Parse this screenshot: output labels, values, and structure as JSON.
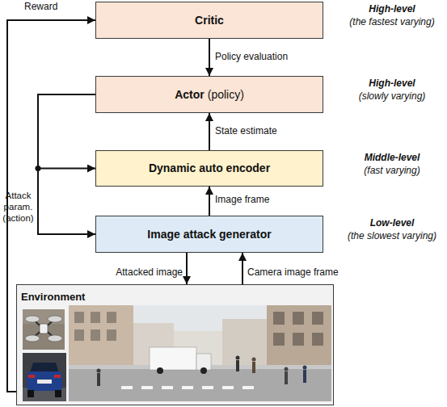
{
  "diagram": {
    "nodes": [
      {
        "text": [
          "Critic"
        ]
      },
      {
        "text": [
          "Actor",
          "(policy)"
        ]
      },
      {
        "text": [
          "Dynamic auto encoder"
        ]
      },
      {
        "text": [
          "Image attack generator"
        ]
      },
      {
        "text": [
          "Environment"
        ]
      }
    ],
    "edges": [
      {
        "from": 4,
        "to": 0,
        "arrow": "to",
        "label": "Reward"
      },
      {
        "from": 0,
        "to": 1,
        "arrow": "to",
        "label": "Policy evaluation"
      },
      {
        "from": 2,
        "to": 1,
        "arrow": "to",
        "label": "State estimate"
      },
      {
        "from": 3,
        "to": 2,
        "arrow": "to",
        "label": "Image frame"
      },
      {
        "from": 1,
        "to": 2,
        "arrow": "to"
      },
      {
        "from": 1,
        "to": 3,
        "arrow": "to"
      },
      {
        "from": 3,
        "to": 4,
        "arrow": "to",
        "label": "Attacked image"
      },
      {
        "from": 4,
        "to": 3,
        "arrow": "to",
        "label": "Camera image frame"
      }
    ],
    "labels": [
      "High-level",
      "(the fastest varying)",
      "High-level",
      "(slowly varying)",
      "Middle-level",
      "(fast varying)",
      "Low-level",
      "(the slowest varying)",
      "Attack param. (action)"
    ]
  }
}
